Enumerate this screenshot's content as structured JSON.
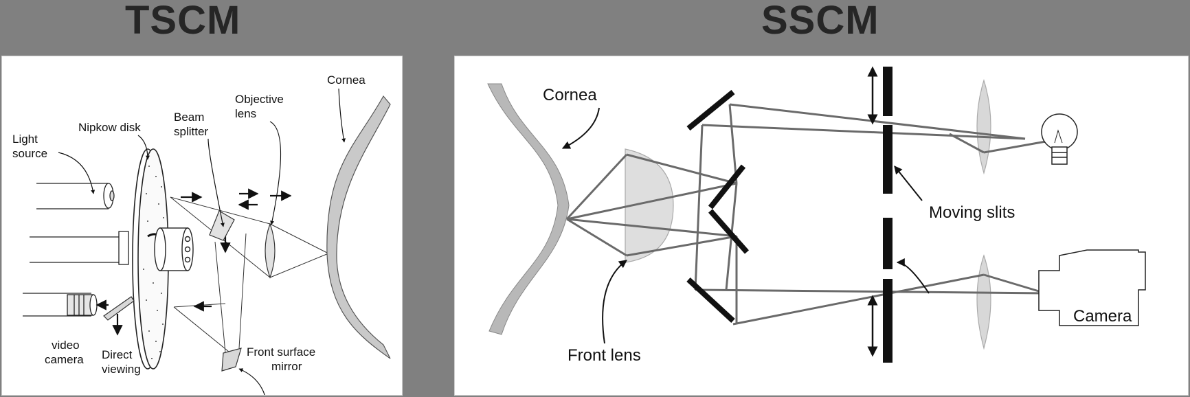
{
  "headings": {
    "left": "TSCM",
    "right": "SSCM"
  },
  "tscm": {
    "labels": {
      "light_source_1": "Light",
      "light_source_2": "source",
      "nipkow": "Nipkow disk",
      "beam_1": "Beam",
      "beam_2": "splitter",
      "objective_1": "Objective",
      "objective_2": "lens",
      "cornea": "Cornea",
      "video_1": "video",
      "video_2": "camera",
      "direct_1": "Direct",
      "direct_2": "viewing",
      "mirror_1": "Front surface",
      "mirror_2": "mirror"
    }
  },
  "sscm": {
    "labels": {
      "cornea": "Cornea",
      "moving_slits": "Moving slits",
      "front_lens": "Front lens",
      "camera": "Camera"
    }
  }
}
